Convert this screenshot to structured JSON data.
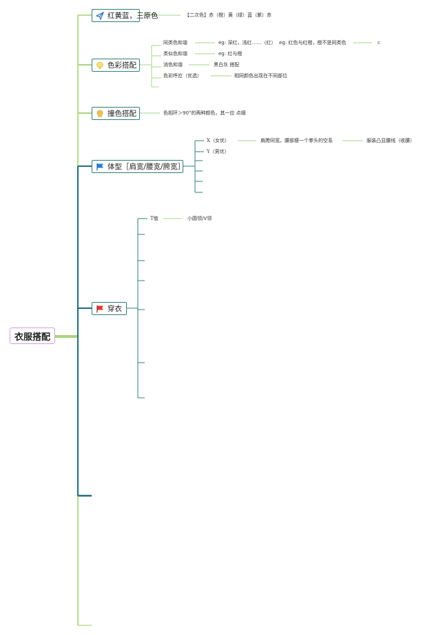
{
  "root": {
    "label": "衣服搭配"
  },
  "branches": [
    {
      "label": "红黄蓝，三原色",
      "icon": "paper-plane-icon"
    },
    {
      "label": "色彩搭配",
      "icon": "lightbulb-icon"
    },
    {
      "label": "撞色搭配",
      "icon": "medal-icon"
    },
    {
      "label": "体型［肩宽/腰宽/胯宽］",
      "icon": "blue-flag-icon"
    },
    {
      "label": "穿衣",
      "icon": "red-flag-icon"
    }
  ],
  "primary_colors": {
    "secondary": "【二次色】赤（橙）黄（绿）蓝（紫）赤"
  },
  "color_matching": {
    "analogous": {
      "label": "同类色和谐",
      "example": "eg: 深红，浅红……（红）",
      "example2": "eg: 红色与红橙，橙不是同类色",
      "extra": "c"
    },
    "similar": {
      "label": "类似色和谐",
      "example": "eg: 红与橙"
    },
    "neutral": {
      "label": "消色和谐",
      "example": "黑白灰 搭配"
    },
    "echo": {
      "label": "色彩呼应（优选）",
      "example": "相同颜色出现在不同部位"
    }
  },
  "contrast": {
    "rule": "色相环＞90°的两种颜色，其一应 点缀"
  },
  "body_shape": {
    "x": {
      "label": "X（女优）",
      "desc": "肩胯同宽，腰部瘦一个拳头的空系",
      "tip": "服装凸显腰线（收腰）"
    },
    "y": {
      "label": "Y（男优）"
    }
  },
  "wear": {
    "tshirt": {
      "label": "T恤",
      "tip": "小圆领/V领"
    }
  },
  "colors": {
    "root_border": "#d89be0",
    "branch_border": "#2f7d75",
    "trunk_light": "#b9dc8f",
    "trunk_dark": "#1f6e7a",
    "leaf_line": "#a7d58a"
  }
}
